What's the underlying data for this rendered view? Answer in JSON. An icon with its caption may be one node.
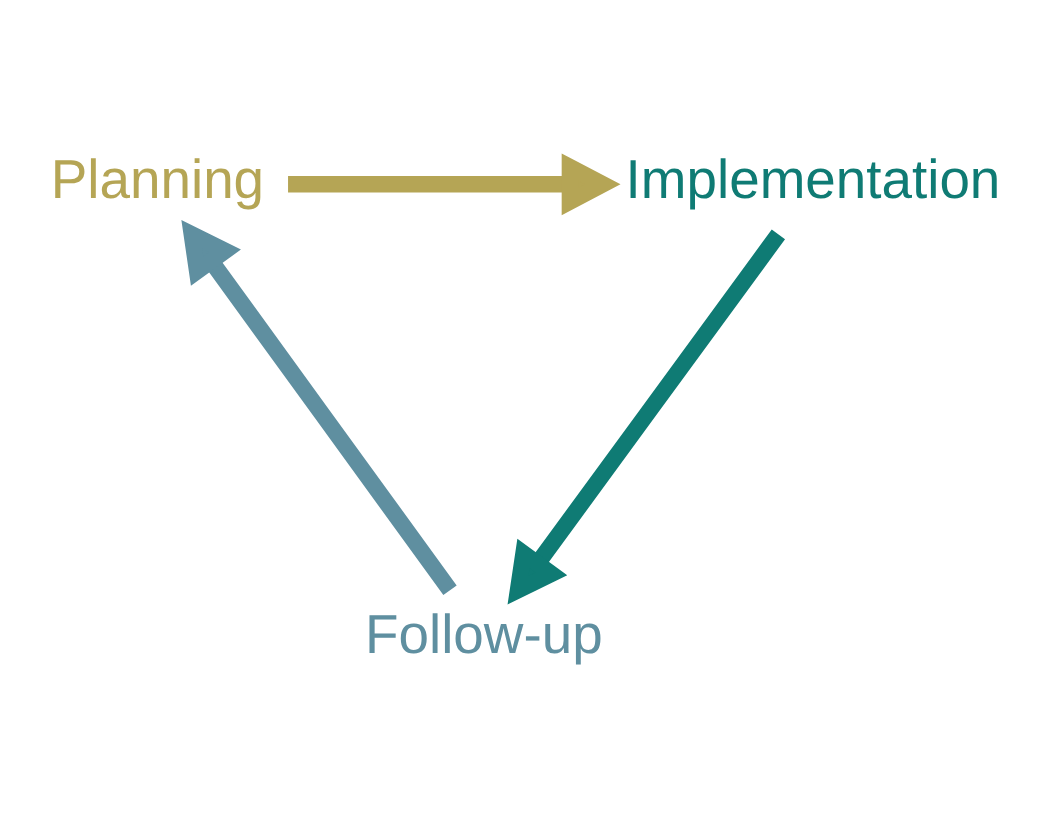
{
  "diagram": {
    "nodes": [
      {
        "text": [
          "Planning"
        ]
      },
      {
        "text": [
          "Implementation"
        ]
      },
      {
        "text": [
          "Follow-up"
        ]
      }
    ],
    "edges": [
      {
        "from": 0,
        "to": 1,
        "arrow": "to",
        "color": "#b5a555"
      },
      {
        "from": 1,
        "to": 2,
        "arrow": "to",
        "color": "#0f7b74"
      },
      {
        "from": 2,
        "to": 0,
        "arrow": "to",
        "color": "#5f8fa0"
      }
    ]
  }
}
